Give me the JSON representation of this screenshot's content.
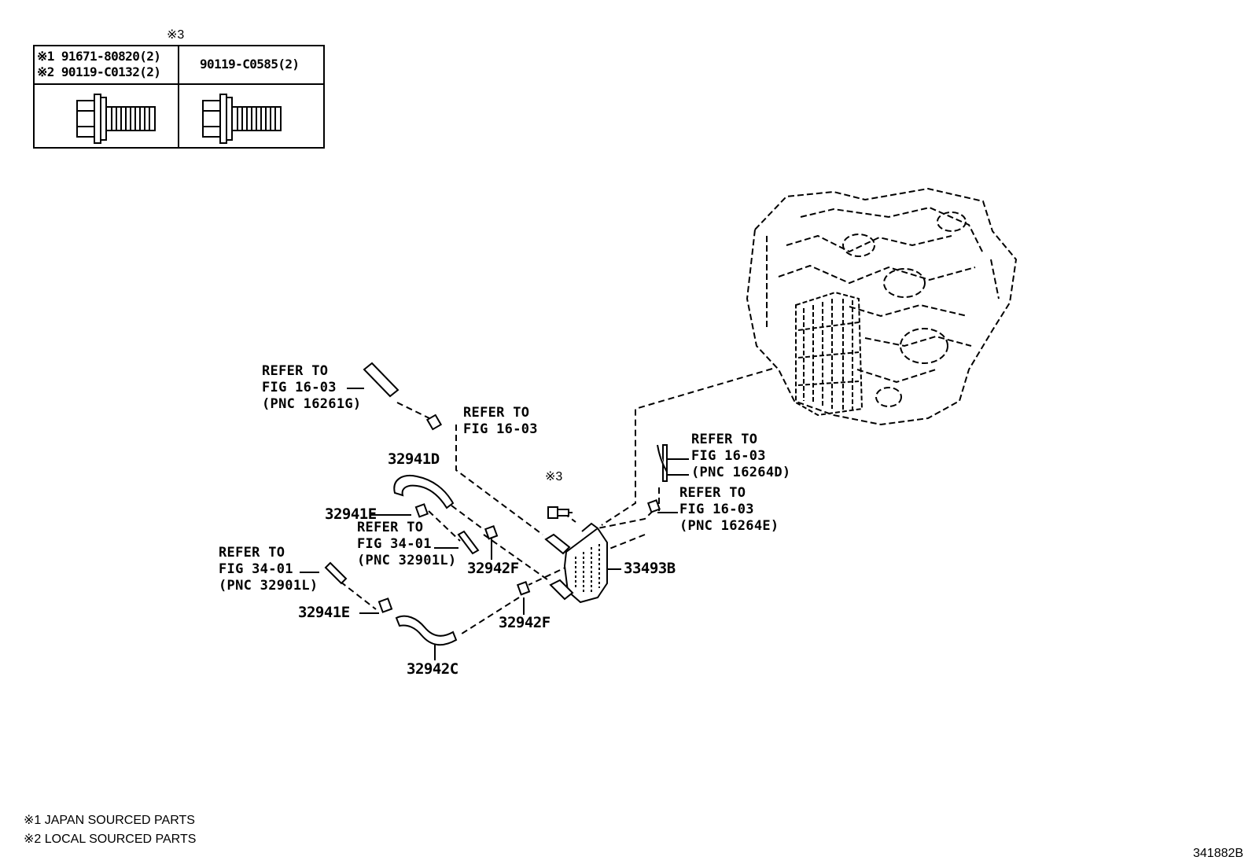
{
  "fastener_table": {
    "header_mark": "※3",
    "left_header_line1": "※1 91671-80820(2)",
    "left_header_line2": "※2 90119-C0132(2)",
    "right_header": "90119-C0585(2)",
    "left_image_icon": "flange-bolt-with-washer-icon",
    "right_image_icon": "flange-bolt-with-washer-icon"
  },
  "callouts": {
    "refer_16261g": [
      "REFER TO",
      "FIG 16-03",
      "(PNC 16261G)"
    ],
    "refer_16_03_top": [
      "REFER TO",
      "FIG 16-03"
    ],
    "refer_16264d": [
      "REFER TO",
      "FIG 16-03",
      "(PNC 16264D)"
    ],
    "refer_16264e": [
      "REFER TO",
      "FIG 16-03",
      "(PNC 16264E)"
    ],
    "refer_32901l_mid": [
      "REFER TO",
      "FIG 34-01",
      "(PNC 32901L)"
    ],
    "refer_32901l_left": [
      "REFER TO",
      "FIG 34-01",
      "(PNC 32901L)"
    ]
  },
  "part_numbers": {
    "hose_upper": "32941D",
    "clamp_upper": "32941E",
    "clamp_lower": "32941E",
    "clip_mid": "32942F",
    "clip_lower": "32942F",
    "hose_lower": "32942C",
    "oil_cooler": "33493B",
    "bolt_mark": "※3"
  },
  "notes": {
    "note1": "※1 JAPAN SOURCED PARTS",
    "note2": "※2 LOCAL SOURCED PARTS"
  },
  "illustration_id": "341882B",
  "icons": {
    "transmission": "transaxle-assembly-icon",
    "oil_cooler": "oil-cooler-icon",
    "hose": "hose-icon",
    "clamp": "hose-clamp-icon"
  }
}
